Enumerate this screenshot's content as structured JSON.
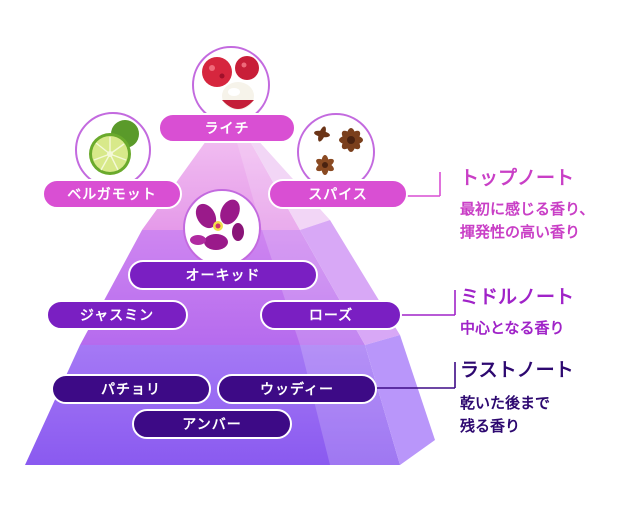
{
  "top_note": {
    "title": "トップノート",
    "desc_line1": "最初に感じる香り、",
    "desc_line2": "揮発性の高い香り",
    "color": "#d94fd3",
    "ingredients": [
      "ライチ",
      "ベルガモット",
      "スパイス"
    ]
  },
  "middle_note": {
    "title": "ミドルノート",
    "desc_line1": "中心となる香り",
    "color": "#7a1fc2",
    "ingredients": [
      "オーキッド",
      "ジャスミン",
      "ローズ"
    ]
  },
  "base_note": {
    "title": "ラストノート",
    "desc_line1": "乾いた後まで",
    "desc_line2": "残る香り",
    "color": "#3d0a86",
    "ingredients": [
      "パチョリ",
      "ウッディー",
      "アンバー"
    ]
  },
  "images": {
    "lychee": "lychee-photo",
    "lime": "lime-photo",
    "star_anise": "star-anise-photo",
    "orchid": "orchid-photo"
  }
}
